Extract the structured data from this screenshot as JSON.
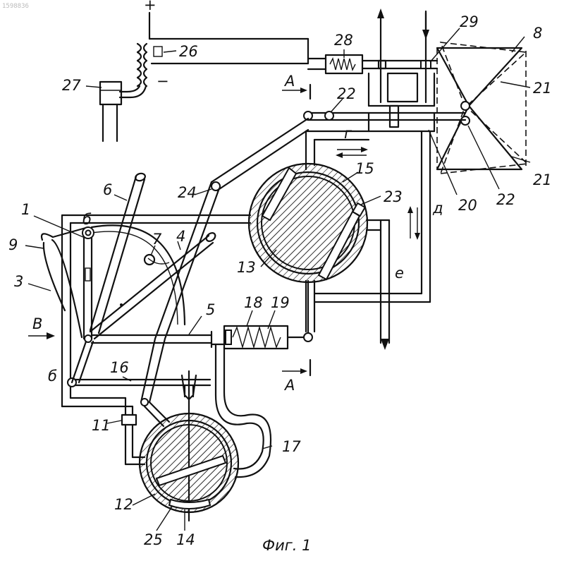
{
  "watermark": "1598836",
  "caption": "Фиг. 1",
  "polarity": {
    "plus": "+",
    "minus": "−"
  },
  "section_mark": "А",
  "labels": {
    "n1": "1",
    "n3": "3",
    "n4": "4",
    "n5": "5",
    "n6": "6",
    "n7": "7",
    "n8": "8",
    "n9": "9",
    "n11": "11",
    "n12": "12",
    "n13": "13",
    "n14": "14",
    "n15": "15",
    "n16": "16",
    "n17": "17",
    "n18": "18",
    "n19": "19",
    "n20": "20",
    "n21": "21",
    "n22": "22",
    "n23": "23",
    "n24": "24",
    "n25": "25",
    "n26": "26",
    "n27": "27",
    "n28": "28",
    "n29": "29",
    "b": "б",
    "v": "В",
    "g": "г",
    "d": "д",
    "e": "е"
  }
}
